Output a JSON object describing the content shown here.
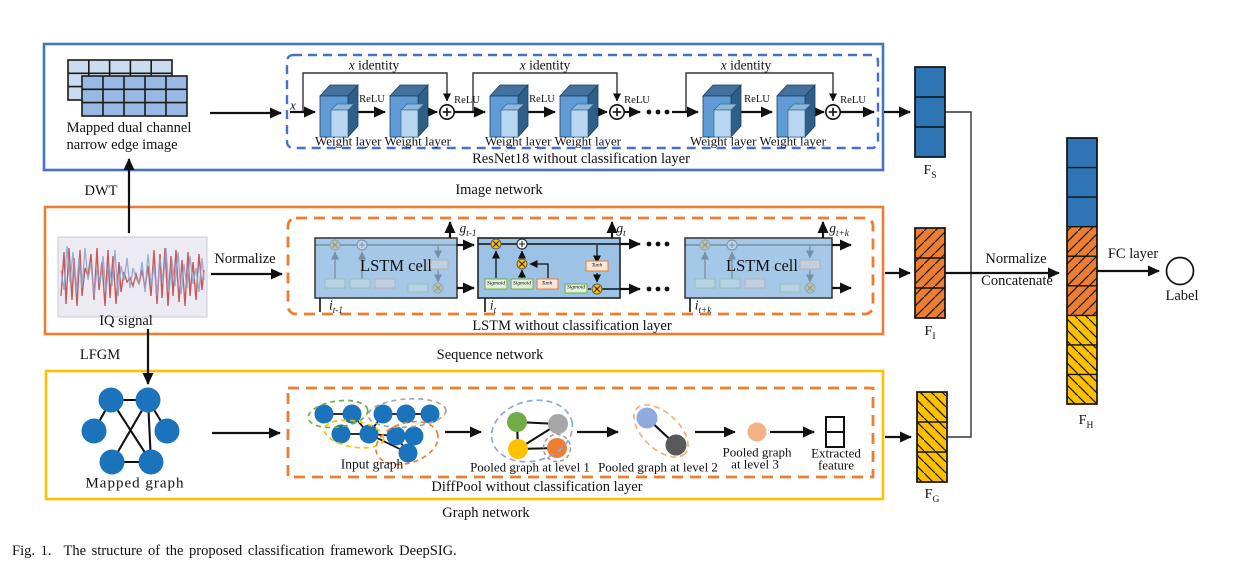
{
  "figure": {
    "caption_prefix": "Fig. 1.",
    "caption_text": "The structure of the proposed classification framework DeepSIG."
  },
  "image_network": {
    "section_label": "Image network",
    "input_caption_line1": "Mapped dual channel",
    "input_caption_line2": "narrow edge image",
    "transform_label": "DWT",
    "input_var": "x",
    "identity_var": "x",
    "identity_rest": " identity",
    "relu_label": "ReLU",
    "weight_layers_label": "Weight layer Weight layer",
    "box_label": "ResNet18 without classification layer"
  },
  "sequence_network": {
    "section_label": "Sequence network",
    "input_caption": "IQ signal",
    "transform_label": "LFGM",
    "normalize_label": "Normalize",
    "cell_label": "LSTM cell",
    "box_label": "LSTM without classification layer",
    "g_var": "g",
    "i_var": "i",
    "sub_prev": "t-1",
    "sub_cur": "t",
    "sub_next": "t+k",
    "gates": {
      "sigmoid": "Sigmoid",
      "tanh": "Tanh"
    }
  },
  "graph_network": {
    "section_label": "Graph network",
    "input_caption": "Mapped graph",
    "input_graph_label": "Input graph",
    "pooled_level1_label": "Pooled graph at level 1",
    "pooled_level2_label": "Pooled graph at level 2",
    "pooled_level3_line1": "Pooled graph",
    "pooled_level3_line2": "at level 3",
    "extracted_line1": "Extracted",
    "extracted_line2": "feature",
    "box_label": "DiffPool without classification layer"
  },
  "fusion": {
    "fs_base": "F",
    "fs_sub": "S",
    "fi_base": "F",
    "fi_sub": "I",
    "fg_base": "F",
    "fg_sub": "G",
    "fh_base": "F",
    "fh_sub": "H",
    "normalize_label": "Normalize",
    "concatenate_label": "Concatenate",
    "fc_label": "FC layer",
    "output_label": "Label"
  },
  "icons": {
    "add_operator": "circle-plus",
    "multiply_operator": "circle-cross",
    "ellipsis": "three-dots"
  },
  "colors": {
    "image_network_border": "#4472c4",
    "sequence_network_border": "#ed7d31",
    "graph_network_border": "#ffc000",
    "feature_blue": "#2e75b6",
    "feature_orange": "#ed7d31",
    "feature_yellow": "#ffc000",
    "node_blue": "#1b74bb",
    "node_green": "#70ad47",
    "node_gray": "#a6a6a6",
    "node_dark_gray": "#595959",
    "node_light_blue": "#8faadc",
    "node_peach": "#f4b183",
    "lstm_cell_fill": "#a5c7e8"
  }
}
